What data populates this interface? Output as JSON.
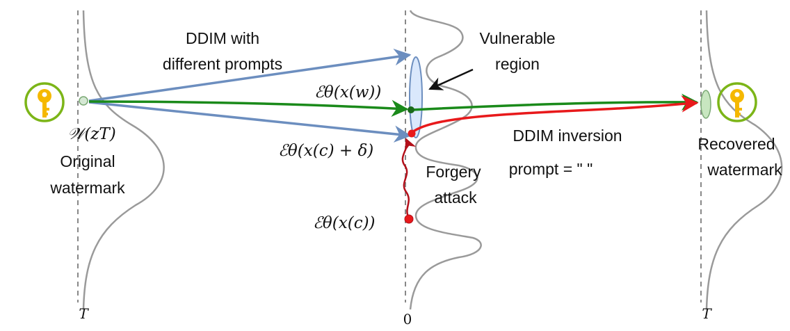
{
  "labels": {
    "ddim_prompts_line1": "DDIM with",
    "ddim_prompts_line2": "different prompts",
    "vulnerable_line1": "Vulnerable",
    "vulnerable_line2": "region",
    "eps_w": "ℰθ(x(w))",
    "eps_c_delta": "ℰθ(x(c) + δ)",
    "eps_c": "ℰθ(x(c))",
    "w_zT": "𝒲(zT)",
    "original_line1": "Original",
    "original_line2": "watermark",
    "ddim_inversion": "DDIM inversion",
    "prompt_empty": "prompt = \" \"",
    "forgery_line1": "Forgery",
    "forgery_line2": "attack",
    "recovered_line1": "Recovered",
    "recovered_line2": "watermark",
    "axis_left": "T",
    "axis_mid": "0",
    "axis_right": "T"
  },
  "icons": {
    "left_key": "key-icon",
    "right_key": "key-icon"
  },
  "colors": {
    "blue_arrow": "#6c8ebf",
    "green_arrow": "#1a8a1a",
    "red_arrow": "#e8191b",
    "dark_red_arrow": "#b3101a",
    "curve": "#9a9a9a",
    "dashed_axis": "#888888",
    "ellipse_fill": "#dae8fc",
    "ellipse_stroke": "#6c8ebf",
    "key_gold": "#f5b800",
    "key_ring": "#7cb518",
    "watermark_ellipse": "#c8e6c0"
  }
}
